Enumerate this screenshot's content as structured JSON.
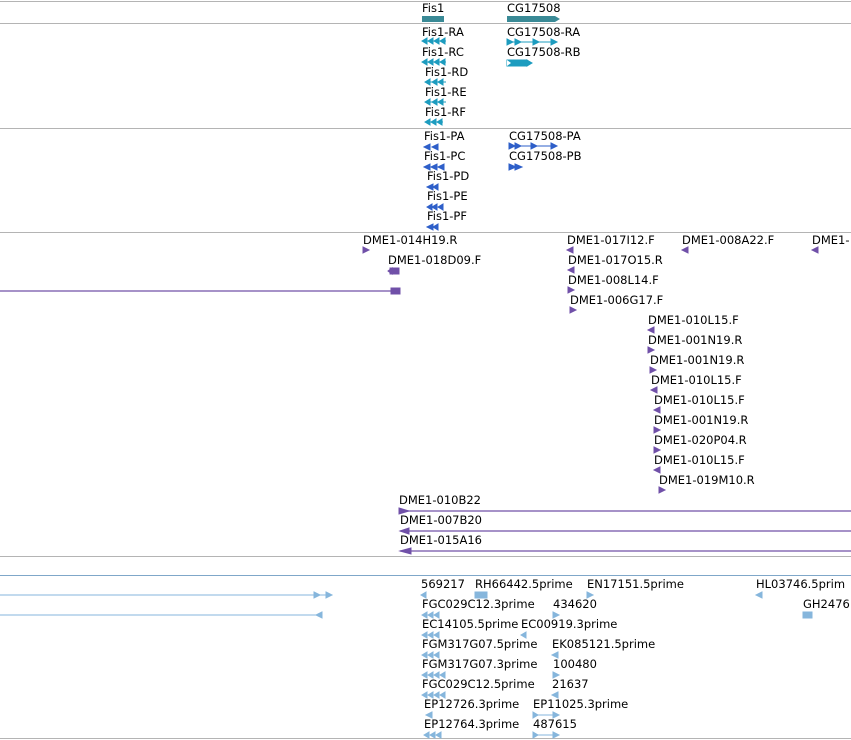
{
  "tracks": {
    "genes": [
      "Fis1",
      "CG17508"
    ],
    "transcripts": [
      "Fis1-RA",
      "Fis1-RC",
      "Fis1-RD",
      "Fis1-RE",
      "Fis1-RF",
      "CG17508-RA",
      "CG17508-RB"
    ],
    "proteins": [
      "Fis1-PA",
      "Fis1-PC",
      "Fis1-PD",
      "Fis1-PE",
      "Fis1-PF",
      "CG17508-PA",
      "CG17508-PB"
    ],
    "bac_ends": [
      "DME1-014H19.R",
      "DME1-018D09.F",
      "DME1-017I12.F",
      "DME1-008A22.F",
      "DME1-",
      "DME1-017O15.R",
      "DME1-008L14.F",
      "DME1-006G17.F",
      "DME1-010L15.F",
      "DME1-001N19.R",
      "DME1-001N19.R",
      "DME1-010L15.F",
      "DME1-010L15.F",
      "DME1-001N19.R",
      "DME1-020P04.R",
      "DME1-010L15.F",
      "DME1-019M10.R"
    ],
    "bac_clones": [
      "DME1-010B22",
      "DME1-007B20",
      "DME1-015A16"
    ],
    "ests": [
      "569217",
      "RH66442.5prime",
      "EN17151.5prime",
      "HL03746.5prim",
      "FGC029C12.3prime",
      "434620",
      "GH2476",
      "EC14105.5prime",
      "EC00919.3prime",
      "FGM317G07.5prime",
      "EK085121.5prime",
      "FGM317G07.3prime",
      "100480",
      "FGC029C12.5prime",
      "21637",
      "EP12726.3prime",
      "EP11025.3prime",
      "EP12764.3prime",
      "487615"
    ]
  },
  "colors": {
    "gene": "#3a8a96",
    "transcript": "#1d9cbf",
    "protein": "#2e5fc9",
    "bac": "#7050a8",
    "est": "#86b6dc",
    "separator": "#b4b4b4",
    "est_separator": "#7fa7c9"
  }
}
